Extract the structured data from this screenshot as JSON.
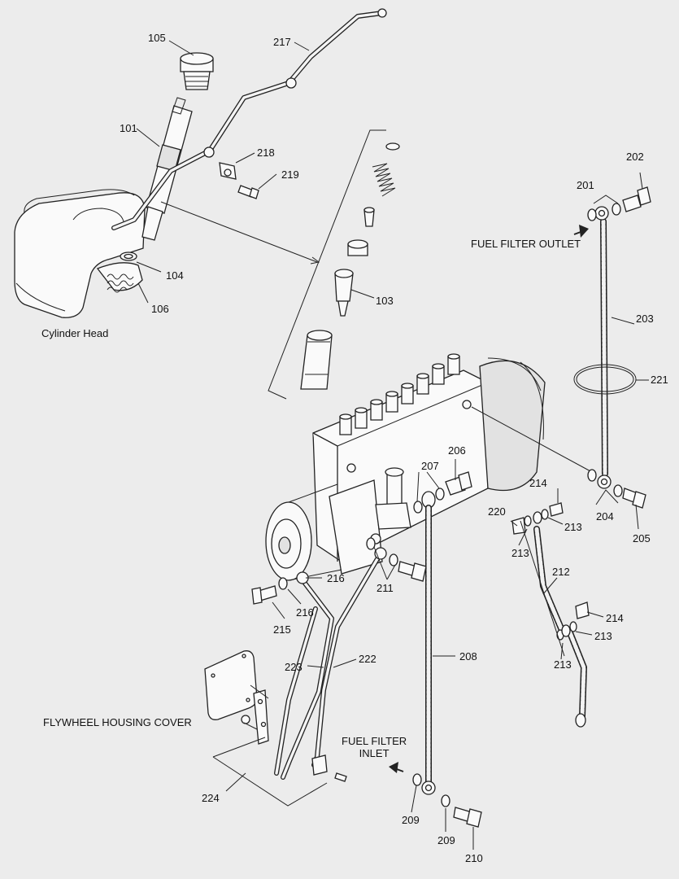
{
  "callouts": {
    "c101": "101",
    "c103": "103",
    "c104": "104",
    "c105": "105",
    "c106": "106",
    "c201": "201",
    "c202": "202",
    "c203": "203",
    "c204": "204",
    "c205": "205",
    "c206": "206",
    "c207": "207",
    "c208": "208",
    "c209a": "209",
    "c209b": "209",
    "c210": "210",
    "c211": "211",
    "c212": "212",
    "c213a": "213",
    "c213b": "213",
    "c213c": "213",
    "c213d": "213",
    "c214a": "214",
    "c214b": "214",
    "c215": "215",
    "c216a": "216",
    "c216b": "216",
    "c217": "217",
    "c218": "218",
    "c219": "219",
    "c220": "220",
    "c221": "221",
    "c222": "222",
    "c223": "223",
    "c224": "224"
  },
  "captions": {
    "cylinder_head": "Cylinder Head",
    "fuel_filter_outlet": "FUEL FILTER OUTLET",
    "flywheel_housing_cover": "FLYWHEEL HOUSING COVER",
    "fuel_filter_inlet_line1": "FUEL FILTER",
    "fuel_filter_inlet_line2": "INLET"
  },
  "colors": {
    "background": "#ececec",
    "ink": "#222222"
  }
}
